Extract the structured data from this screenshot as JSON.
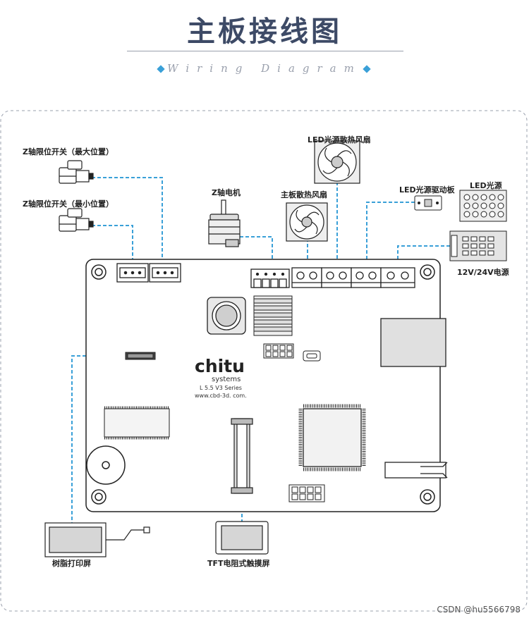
{
  "header": {
    "title": "主板接线图",
    "subtitle": "Wiring Diagram"
  },
  "labels": {
    "z_limit_max": "Z轴限位开关（最大位置）",
    "z_limit_min": "Z轴限位开关（最小位置）",
    "z_motor": "Z轴电机",
    "board_fan": "主板散热风扇",
    "led_fan": "LED光源散热风扇",
    "led_driver": "LED光源驱动板",
    "led_source": "LED光源",
    "power": "12V/24V电源",
    "resin_screen": "树脂打印屏",
    "tft_screen": "TFT电阻式触摸屏"
  },
  "board": {
    "brand": "chitu",
    "brand_sub": "systems",
    "model": "L 5.5  V3  Series",
    "website": "www.cbd-3d. com."
  },
  "watermark": "CSDN @hu5566798",
  "colors": {
    "title": "#3d4a66",
    "accent": "#3aa0d8",
    "line": "#222222",
    "board_fill": "#ffffff",
    "chip_fill": "#d9d9d9",
    "dashed_frame": "#9aa0ad"
  }
}
